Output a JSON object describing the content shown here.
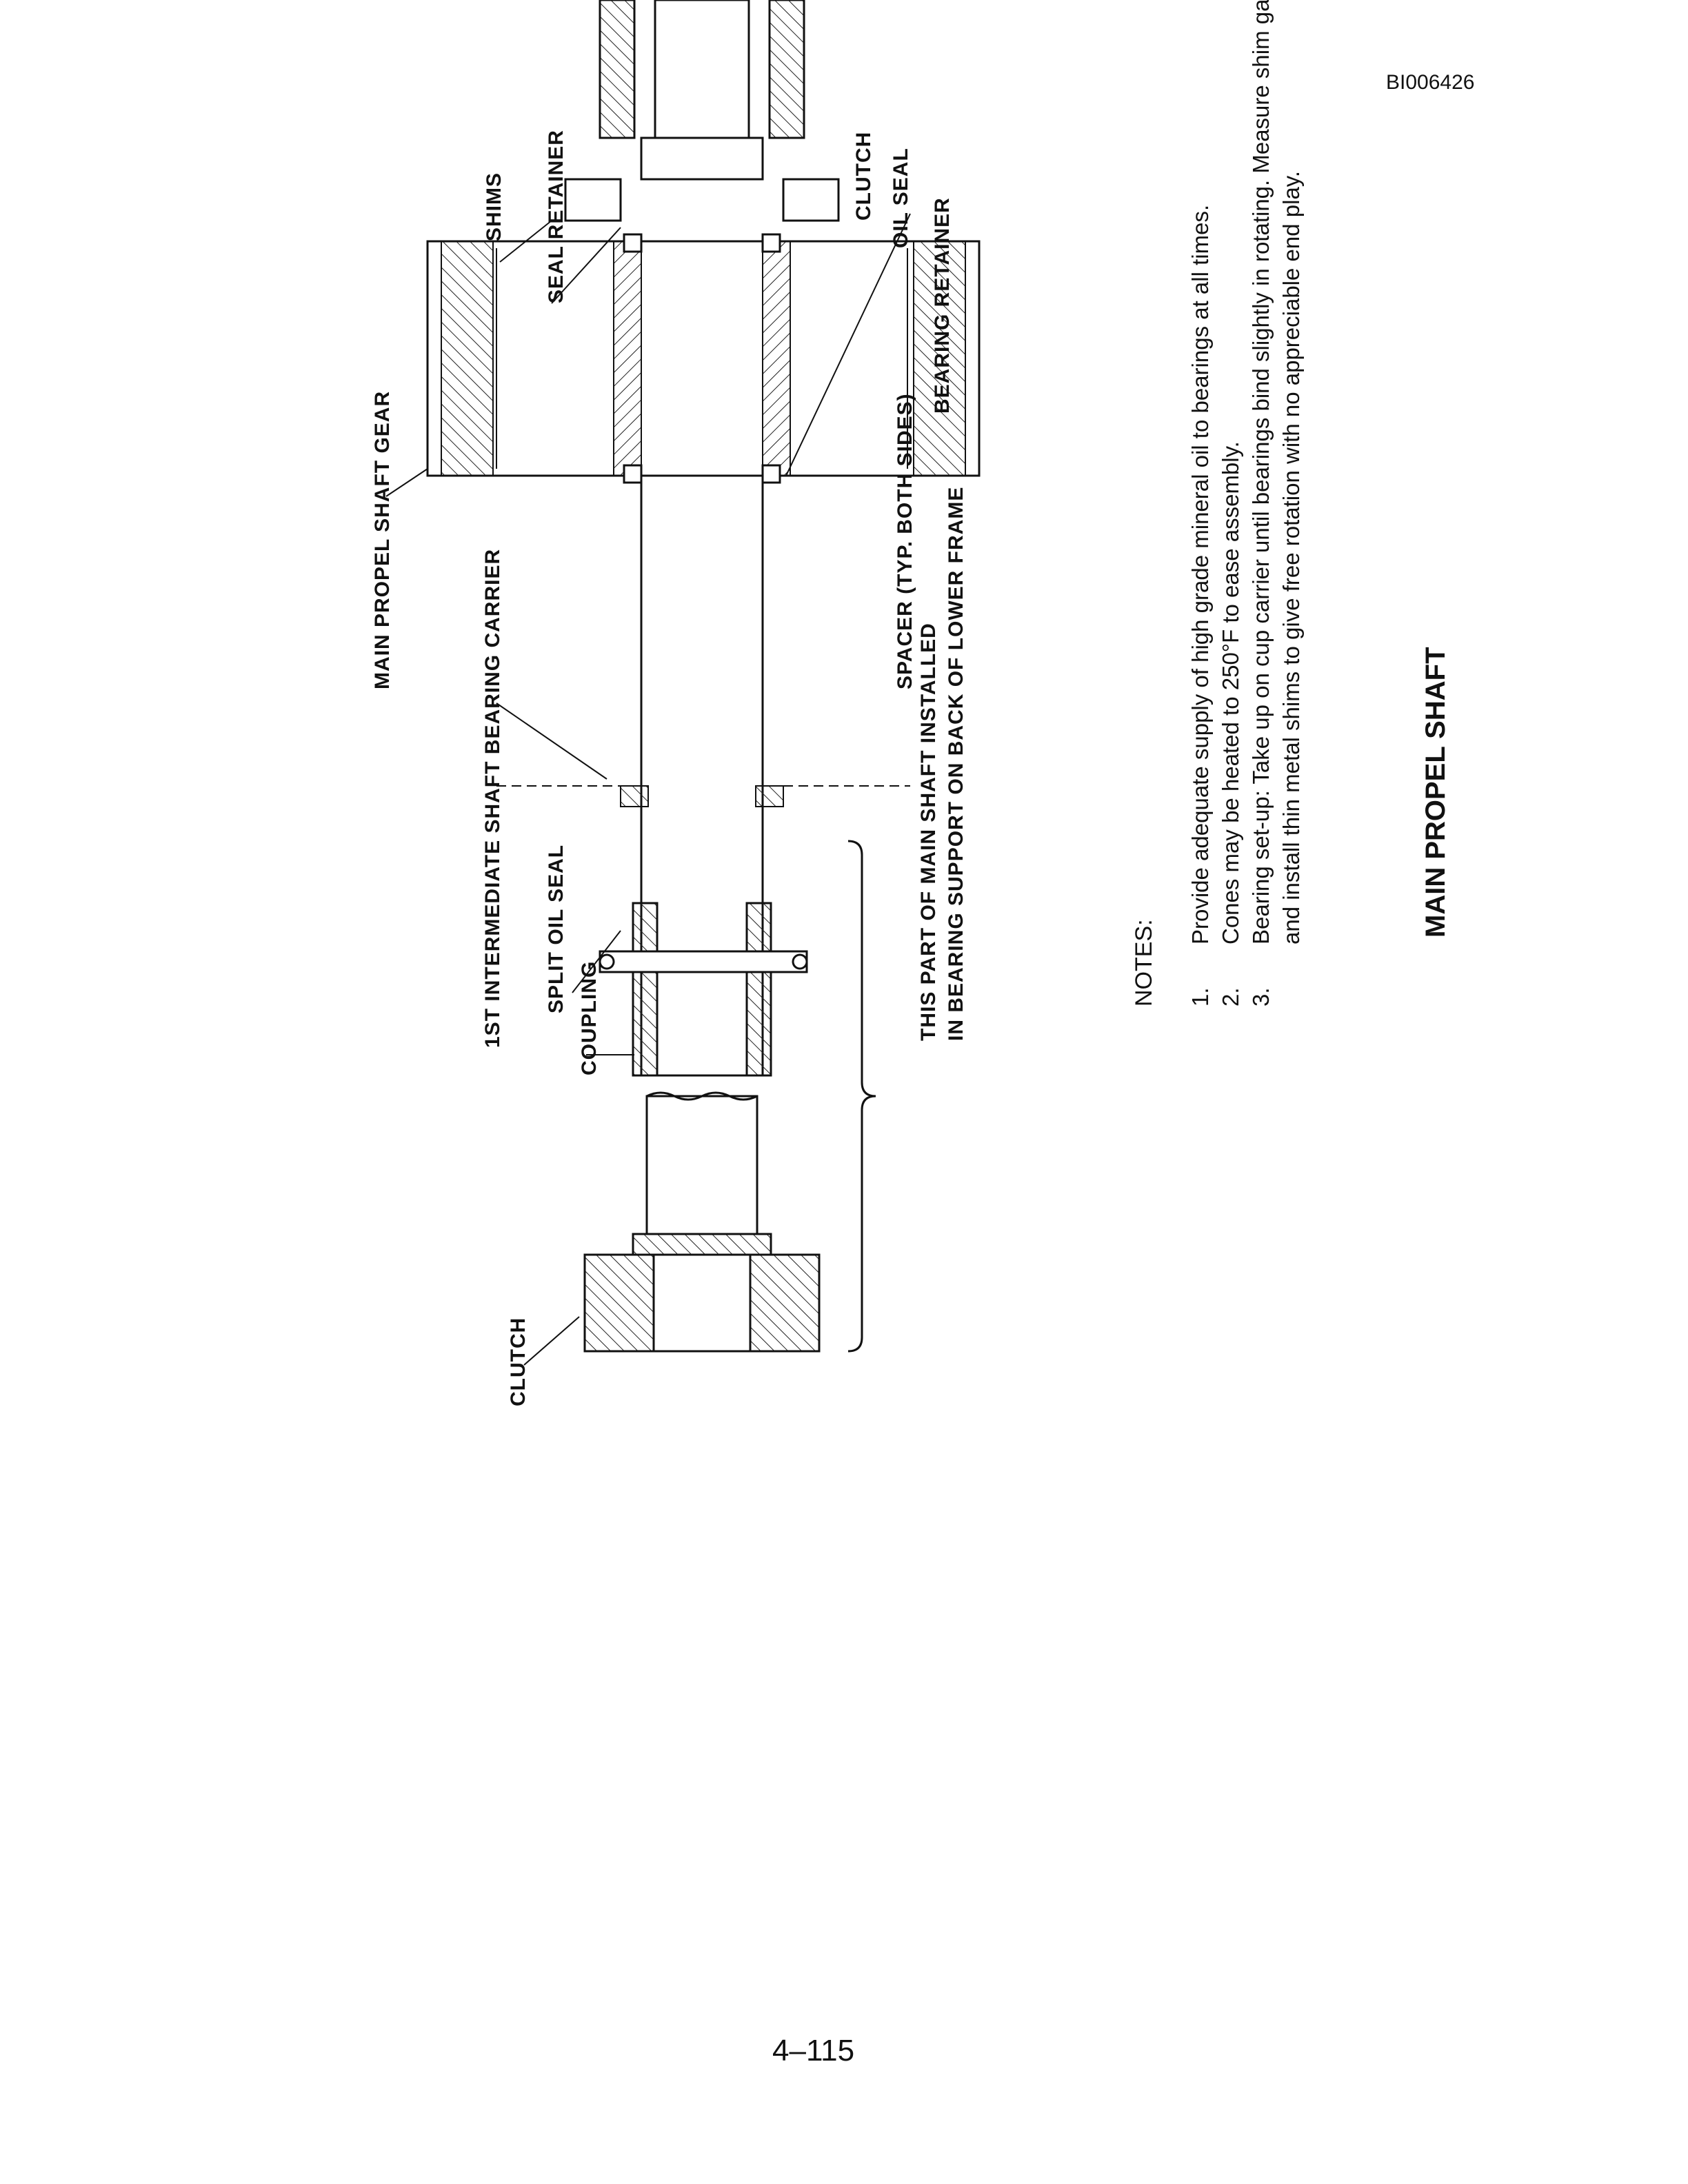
{
  "document": {
    "doc_id": "BI006426",
    "page_number": "4–115",
    "figure_title": "MAIN PROPEL SHAFT"
  },
  "labels": {
    "clutch_left": "CLUTCH",
    "first_intermediate_bearing_carrier": "1ST INTERMEDIATE SHAFT BEARING CARRIER",
    "main_propel_shaft_gear": "MAIN PROPEL SHAFT GEAR",
    "coupling": "COUPLING",
    "split_oil_seal": "SPLIT OIL SEAL",
    "shims": "SHIMS",
    "seal_retainer": "SEAL RETAINER",
    "clutch_right": "CLUTCH",
    "oil_seal": "OIL SEAL",
    "bearing_retainer": "BEARING RETAINER",
    "spacer": "SPACER (TYP. BOTH SIDES)",
    "main_shaft_note_line1": "THIS PART OF MAIN SHAFT INSTALLED",
    "main_shaft_note_line2": "IN BEARING SUPPORT ON BACK OF LOWER FRAME"
  },
  "notes": {
    "heading": "NOTES:",
    "items": [
      {
        "num": "1.",
        "text": "Provide adequate supply of high grade mineral oil to bearings at all times."
      },
      {
        "num": "2.",
        "text": "Cones may be heated to 250°F to ease assembly."
      },
      {
        "num": "3.",
        "text": "Bearing set-up:  Take up on cup carrier until bearings bind slightly in rotating.  Measure shim gap"
      },
      {
        "num": "",
        "text": "and install thin metal shims to give free rotation with no appreciable end play."
      }
    ]
  }
}
